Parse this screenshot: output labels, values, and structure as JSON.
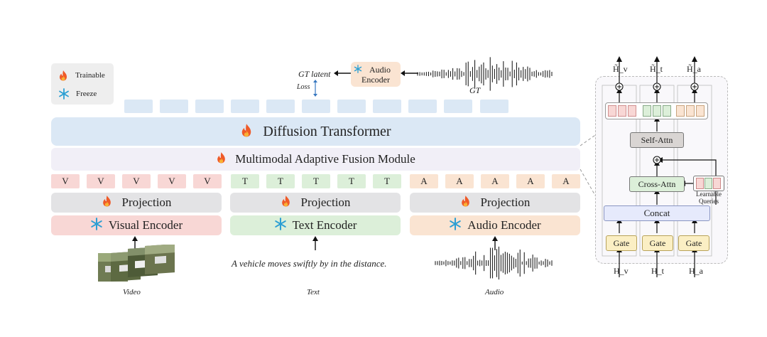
{
  "legend": {
    "trainable": "Trainable",
    "freeze": "Freeze"
  },
  "top": {
    "gt_latent": "GT latent",
    "loss": "Loss",
    "audio_encoder": [
      "Audio",
      "Encoder"
    ],
    "gt": "GT"
  },
  "main": {
    "diffusion_transformer": "Diffusion Transformer",
    "fusion_module": "Multimodal Adaptive Fusion Module",
    "visual_tokens": [
      "V",
      "V",
      "V",
      "V",
      "V"
    ],
    "text_tokens": [
      "T",
      "T",
      "T",
      "T",
      "T"
    ],
    "audio_tokens": [
      "A",
      "A",
      "A",
      "A",
      "A"
    ],
    "projection": "Projection",
    "visual_encoder": "Visual Encoder",
    "text_encoder": "Text Encoder",
    "audio_encoder": "Audio Encoder",
    "text_input": "A vehicle moves swiftly by in the distance.",
    "labels": {
      "video": "Video",
      "text": "Text",
      "audio": "Audio"
    }
  },
  "detail": {
    "outputs": [
      "H̃_v",
      "H̃_t",
      "H̃_a"
    ],
    "self_attn": "Self-Attn",
    "cross_attn": "Cross-Attn",
    "learnable_queries": [
      "Learnable",
      "Queries"
    ],
    "concat": "Concat",
    "gate": "Gate",
    "inputs": [
      "H_v",
      "H_t",
      "H_a"
    ]
  },
  "colors": {
    "blue_box": "#dbe8f5",
    "lavender": "#f1eff7",
    "pink": "#f8d7d5",
    "green": "#dcefd9",
    "peach": "#fae4d2",
    "gray": "#e3e3e5",
    "gate": "#fbefc4"
  }
}
